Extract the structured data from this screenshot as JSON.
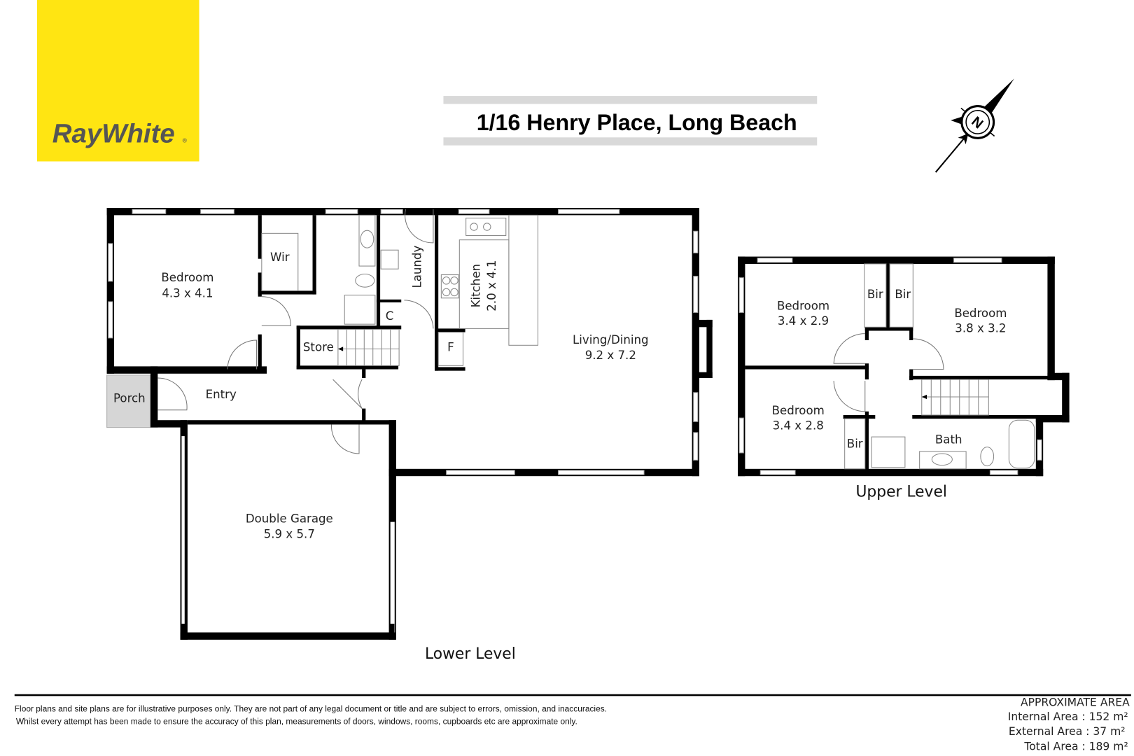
{
  "brand": {
    "name": "RayWhite",
    "registered_mark": "®",
    "color": "#FFE512",
    "text_color": "#555555"
  },
  "header": {
    "title": "1/16 Henry Place, Long Beach",
    "compass_label": "N"
  },
  "lower_level": {
    "label": "Lower Level",
    "rooms": [
      {
        "name": "Bedroom",
        "size": "4.3 x 4.1"
      },
      {
        "name": "Wir"
      },
      {
        "name": "Laundy"
      },
      {
        "name": "C"
      },
      {
        "name": "Store"
      },
      {
        "name": "Kitchen",
        "size": "2.0 x 4.1"
      },
      {
        "name": "F"
      },
      {
        "name": "Living/Dining",
        "size": "9.2 x 7.2"
      },
      {
        "name": "Porch"
      },
      {
        "name": "Entry"
      },
      {
        "name": "Double Garage",
        "size": "5.9 x 5.7"
      }
    ]
  },
  "upper_level": {
    "label": "Upper Level",
    "rooms": [
      {
        "name": "Bedroom",
        "size": "3.4 x 2.9"
      },
      {
        "name": "Bir"
      },
      {
        "name": "Bir"
      },
      {
        "name": "Bedroom",
        "size": "3.8 x 3.2"
      },
      {
        "name": "Bedroom",
        "size": "3.4 x 2.8"
      },
      {
        "name": "Bir"
      },
      {
        "name": "Bath"
      }
    ]
  },
  "footer": {
    "disclaimer_line1": "Floor plans and site plans are for illustrative purposes only. They are not part of any legal document or title and are subject to errors, omission, and inaccuracies.",
    "disclaimer_line2": "Whilst every attempt has been made to ensure the accuracy of this plan, measurements of doors, windows, rooms, cupboards etc are approximate only.",
    "area_heading": "APPROXIMATE AREA",
    "internal_area": "Internal Area : 152 m²",
    "external_area": "External  Area : 37 m²",
    "total_area": "Total  Area : 189 m²"
  }
}
